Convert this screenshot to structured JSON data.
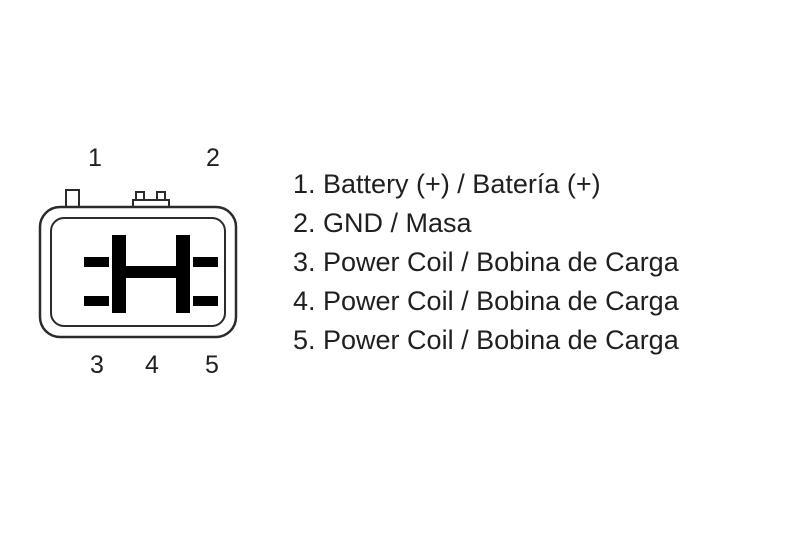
{
  "connector": {
    "name": "5-pin connector pinout diagram",
    "top_labels": [
      "1",
      "2"
    ],
    "bottom_labels": [
      "3",
      "4",
      "5"
    ]
  },
  "legend": {
    "items": [
      "1. Battery (+) / Batería (+)",
      "2. GND / Masa",
      "3. Power Coil / Bobina de Carga",
      "4. Power Coil / Bobina de Carga",
      "5. Power Coil / Bobina de Carga"
    ]
  },
  "colors": {
    "line": "#2b2b2b",
    "pin_fill": "#000000",
    "text": "#1f1f1f",
    "background": "#ffffff"
  }
}
